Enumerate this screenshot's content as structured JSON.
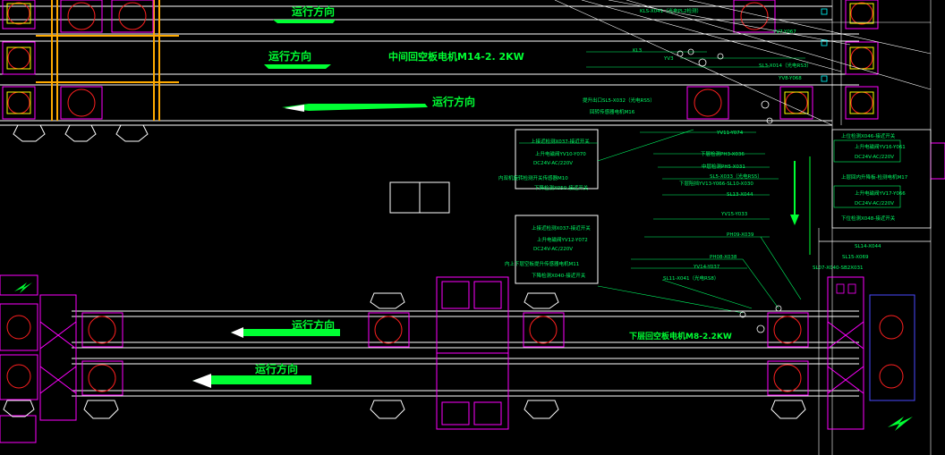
{
  "drawing": {
    "background": "#000000",
    "colors": {
      "belt_line": "#ffffff",
      "rail": "#ffaa00",
      "frame": "#ff00ff",
      "motor": "#ffff00",
      "leader": "#00ff66",
      "box": "#ffffff",
      "cyan": "#00ffff",
      "blue": "#4a4aff",
      "label": "#00ff33",
      "red": "#ff2020"
    },
    "direction_label": "运行方向",
    "middle_belt_title": "中间回空板电机M14-2. 2KW",
    "lower_belt_title": "下层回空板电机M8-2.2KW",
    "top_notes": [
      "KLS-X041（光电PL2检测）",
      "YV7-Y067",
      "SL3-X014（光电RS3）",
      "KL3",
      "YV3",
      "YV8-Y068"
    ],
    "center_block_1": [
      "上接近检测X037-接近开关",
      "上升电磁阀YV10-Y070",
      "DC24V-AC/220V",
      "内双机旋转检测开关传感器M10",
      "下降检测X050-接近开关"
    ],
    "center_block_2": [
      "上接近检测X037-接近开关",
      "上升电磁阀YV12-Y072",
      "DC24V-AC/220V",
      "内上下层空板提升传感器电机M11",
      "下降检测X040-接近开关"
    ],
    "right_labels": [
      "提升出口SL5-X032（光电RS5）",
      "回转传感器电机M16",
      "YV11-Y074",
      "下层检测PH3-X036",
      "中层检测PH5-X031",
      "SL5-X033（光电RS5）",
      "下层阻挡YV13-Y066-SL10-X030",
      "SL13-X044",
      "YV15-Y033",
      "PH09-X039",
      "PH08-X038",
      "YV14-Y037",
      "SL11-X041（光电RS8）"
    ],
    "far_right_labels": [
      "上位检测X046-接近开关",
      "上升电磁阀YV16-Y061",
      "DC24V-AC/220V",
      "上层回内升降板-检测电机M17",
      "上升电磁阀YV17-Y066",
      "DC24V-AC/220V",
      "下位检测X048-接近开关",
      "SL14-X044",
      "SL15-X069",
      "SL07-X040-SB2X031"
    ]
  }
}
